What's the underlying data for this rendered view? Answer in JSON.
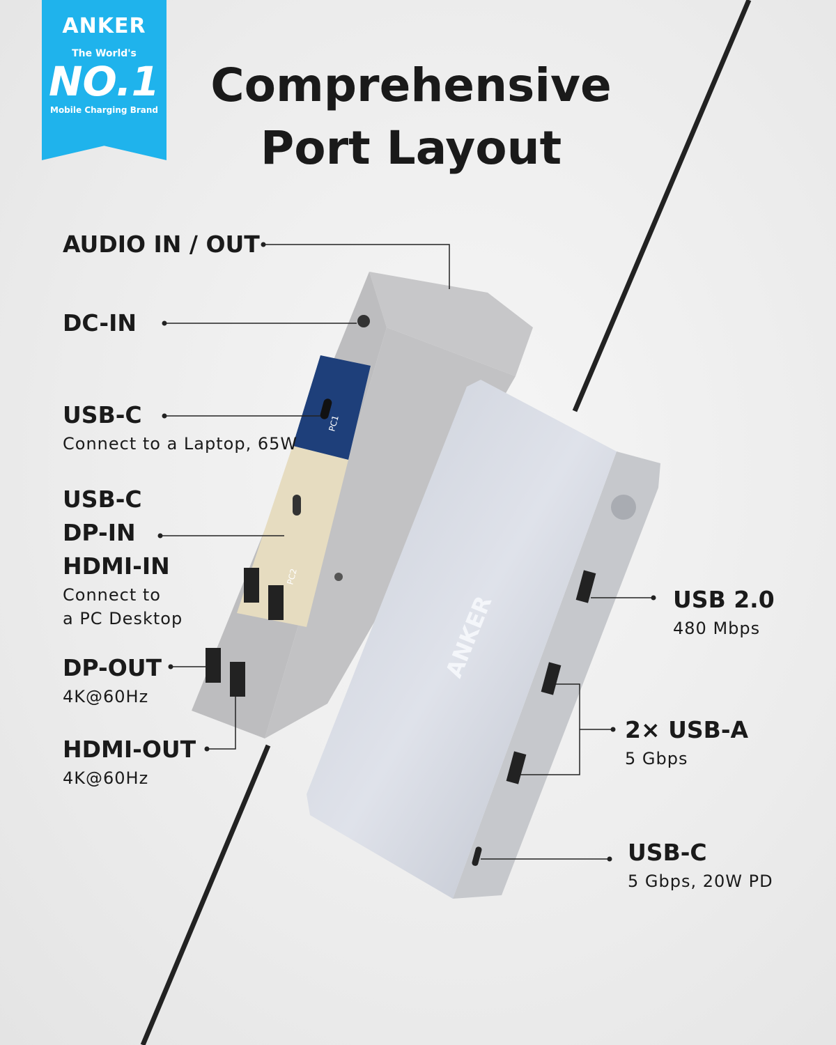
{
  "badge": {
    "brand": "ANKER",
    "line1": "The World's",
    "big": "NO.1",
    "line2": "Mobile Charging Brand",
    "color": "#1fb3ec"
  },
  "title": {
    "line1": "Comprehensive",
    "line2": "Port Layout"
  },
  "labels": {
    "audio": {
      "title": "AUDIO IN / OUT"
    },
    "dcin": {
      "title": "DC-IN"
    },
    "usbc_laptop": {
      "title": "USB-C",
      "sub": "Connect to a Laptop, 65W"
    },
    "pc_inputs": {
      "t1": "USB-C",
      "t2": "DP-IN",
      "t3": "HDMI-IN",
      "sub1": "Connect to",
      "sub2": "a PC Desktop"
    },
    "dpout": {
      "title": "DP-OUT",
      "sub": "4K@60Hz"
    },
    "hdmiout": {
      "title": "HDMI-OUT",
      "sub": "4K@60Hz"
    },
    "usb2": {
      "title": "USB 2.0",
      "sub": "480 Mbps"
    },
    "usba": {
      "title": "2× USB-A",
      "sub": "5 Gbps"
    },
    "usbc_front": {
      "title": "USB-C",
      "sub": "5 Gbps, 20W PD"
    }
  },
  "device": {
    "panel_pc1": "PC1",
    "panel_pc2": "PC2",
    "logo": "ANKER",
    "pc1_color": "#1e3f7a",
    "pc2_color": "#e6dcc0"
  }
}
